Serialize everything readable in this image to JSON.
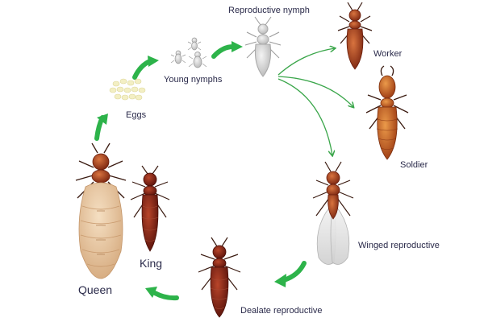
{
  "diagram": {
    "stages": {
      "eggs": "Eggs",
      "young_nymphs": "Young nymphs",
      "reproductive_nymph": "Reproductive nymph",
      "worker": "Worker",
      "soldier": "Soldier",
      "winged_reproductive": "Winged reproductive",
      "dealate_reproductive": "Dealate reproductive",
      "king": "King",
      "queen": "Queen"
    },
    "colors": {
      "cycle_arrow": "#2db34a",
      "branch_arrow": "#3aa64a",
      "worker": "#b4421d",
      "soldier": "#c2571f",
      "king": "#8a2416",
      "queen_abdomen": "#e9c9a3",
      "nymph": "#d8d8d8"
    }
  }
}
